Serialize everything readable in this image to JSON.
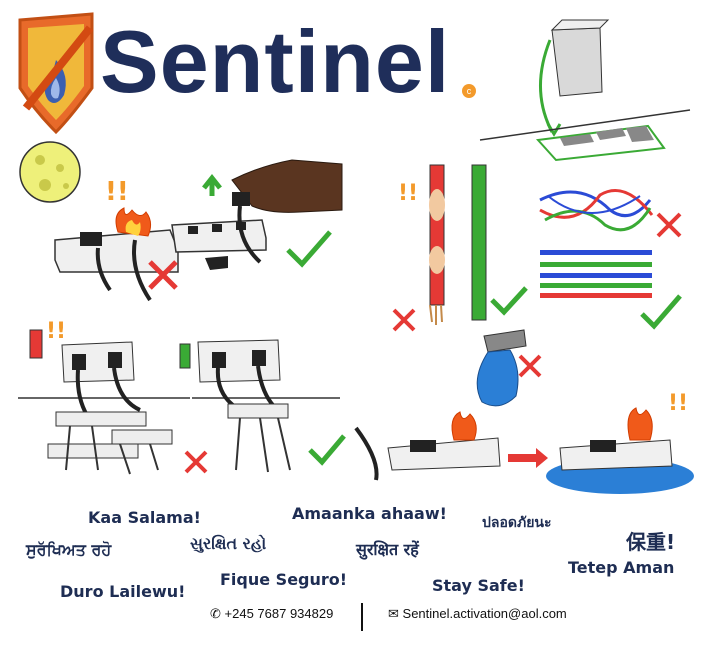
{
  "brand": {
    "name": "Sentinel",
    "mark": "c",
    "accent": "#f39a2b",
    "color": "#1f2e5a"
  },
  "phrases": [
    {
      "id": "swahili",
      "text": "Kaa Salama!"
    },
    {
      "id": "punjabi",
      "text": "ਸੁਰੱਖਿਅਤ ਰਹੋ"
    },
    {
      "id": "gujarati",
      "text": "સુરક્ષિત રહો"
    },
    {
      "id": "somali",
      "text": "Amaanka ahaaw!"
    },
    {
      "id": "hindi",
      "text": "सुरक्षित रहें"
    },
    {
      "id": "thai",
      "text": "ปลอดภัยนะ"
    },
    {
      "id": "chinese",
      "text": "保重!"
    },
    {
      "id": "yoruba",
      "text": "Duro Lailewu!"
    },
    {
      "id": "portuguese",
      "text": "Fique Seguro!"
    },
    {
      "id": "english",
      "text": "Stay Safe!"
    },
    {
      "id": "malay",
      "text": "Tetep Aman"
    }
  ],
  "contact": {
    "phone": "+245 7687 934829",
    "phone_icon": "phone-icon",
    "email": "Sentinel.activation@aol.com",
    "email_icon": "envelope-icon"
  },
  "colors": {
    "good": "#3aaa35",
    "bad": "#e53935",
    "fire": "#f05a1a",
    "warning": "#f39a2b"
  }
}
